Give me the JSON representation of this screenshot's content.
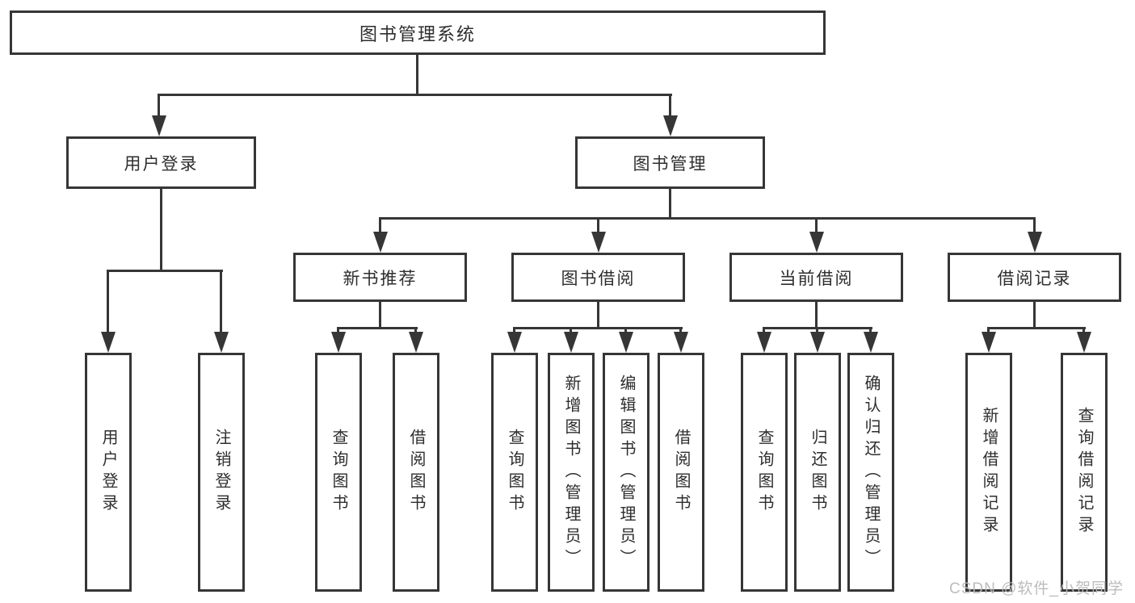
{
  "tree": {
    "label": "图书管理系统",
    "children": [
      {
        "label": "用户登录",
        "children": [
          {
            "label": "用户登录"
          },
          {
            "label": "注销登录"
          }
        ]
      },
      {
        "label": "图书管理",
        "children": [
          {
            "label": "新书推荐",
            "children": [
              {
                "label": "查询图书"
              },
              {
                "label": "借阅图书"
              }
            ]
          },
          {
            "label": "图书借阅",
            "children": [
              {
                "label": "查询图书"
              },
              {
                "label": "新增图书（管理员）"
              },
              {
                "label": "编辑图书（管理员）"
              },
              {
                "label": "借阅图书"
              }
            ]
          },
          {
            "label": "当前借阅",
            "children": [
              {
                "label": "查询图书"
              },
              {
                "label": "归还图书"
              },
              {
                "label": "确认归还（管理员）"
              }
            ]
          },
          {
            "label": "借阅记录",
            "children": [
              {
                "label": "新增借阅记录"
              },
              {
                "label": "查询借阅记录"
              }
            ]
          }
        ]
      }
    ]
  },
  "watermark": "CSDN @软件_小贺同学",
  "colors": {
    "line": "#363636",
    "text": "#2e2e2e",
    "background": "#ffffff",
    "watermark": "#b8b8b8"
  }
}
